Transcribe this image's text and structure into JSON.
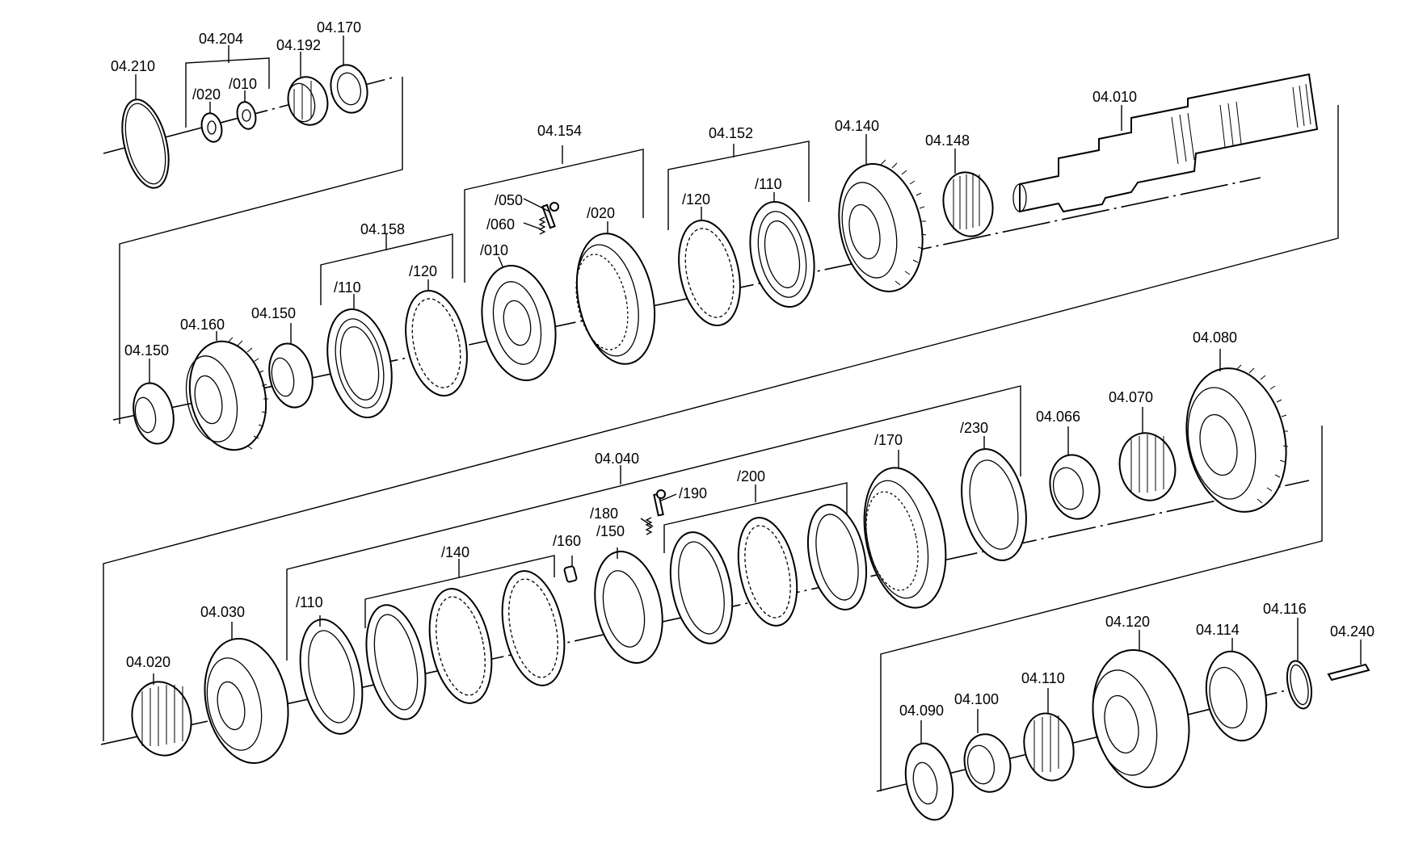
{
  "labels": {
    "p04_210": "04.210",
    "p04_204": "04.204",
    "p04_204_020": "/020",
    "p04_204_010": "/010",
    "p04_192": "04.192",
    "p04_170": "04.170",
    "p04_154": "04.154",
    "p04_154_050": "/050",
    "p04_154_060": "/060",
    "p04_154_010": "/010",
    "p04_154_020": "/020",
    "p04_152": "04.152",
    "p04_152_120": "/120",
    "p04_152_110": "/110",
    "p04_140": "04.140",
    "p04_148": "04.148",
    "p04_010": "04.010",
    "p04_158": "04.158",
    "p04_158_110": "/110",
    "p04_158_120": "/120",
    "p04_160": "04.160",
    "p04_150a": "04.150",
    "p04_150b": "04.150",
    "p04_080": "04.080",
    "p04_070": "04.070",
    "p04_066": "04.066",
    "p04_040": "04.040",
    "p04_040_230": "/230",
    "p04_040_170": "/170",
    "p04_040_200": "/200",
    "p04_040_190": "/190",
    "p04_040_180": "/180",
    "p04_040_150": "/150",
    "p04_040_160": "/160",
    "p04_040_140": "/140",
    "p04_040_110": "/110",
    "p04_030": "04.030",
    "p04_020": "04.020",
    "p04_120": "04.120",
    "p04_114": "04.114",
    "p04_116": "04.116",
    "p04_240": "04.240",
    "p04_110": "04.110",
    "p04_100": "04.100",
    "p04_090": "04.090"
  }
}
